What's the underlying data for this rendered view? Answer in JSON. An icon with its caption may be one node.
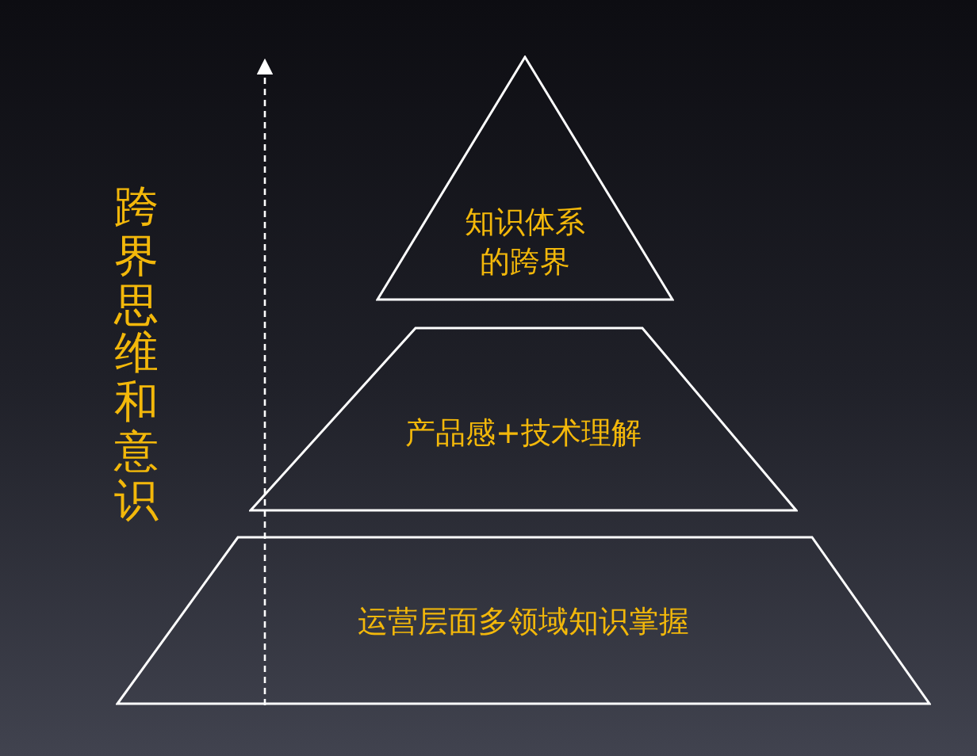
{
  "diagram": {
    "nodes": [
      {
        "text": [
          "知识体系的跨界"
        ]
      },
      {
        "text": [
          "产品感+技术理解"
        ]
      },
      {
        "text": [
          "运营层面多领域知识掌握"
        ]
      }
    ],
    "labels": [
      "跨界思维和意识"
    ]
  }
}
